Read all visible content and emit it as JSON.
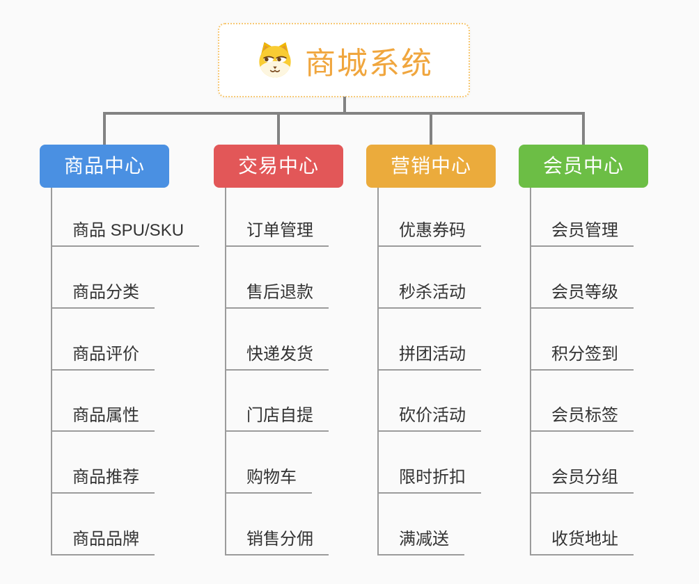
{
  "root": {
    "title": "商城系统",
    "icon": "dog-face-icon",
    "accent_color": "#f0a63e",
    "border_color": "#f7c873"
  },
  "connector_color": "#828282",
  "sub_line_color": "#9b9b9b",
  "leaf_text_color": "#333333",
  "branches": [
    {
      "label": "商品中心",
      "color": "#4a90e2",
      "items": [
        "商品 SPU/SKU",
        "商品分类",
        "商品评价",
        "商品属性",
        "商品推荐",
        "商品品牌"
      ]
    },
    {
      "label": "交易中心",
      "color": "#e25758",
      "items": [
        "订单管理",
        "售后退款",
        "快递发货",
        "门店自提",
        "购物车",
        "销售分佣"
      ]
    },
    {
      "label": "营销中心",
      "color": "#ebab3c",
      "items": [
        "优惠券码",
        "秒杀活动",
        "拼团活动",
        "砍价活动",
        "限时折扣",
        "满减送"
      ]
    },
    {
      "label": "会员中心",
      "color": "#6cbe45",
      "items": [
        "会员管理",
        "会员等级",
        "积分签到",
        "会员标签",
        "会员分组",
        "收货地址"
      ]
    }
  ]
}
